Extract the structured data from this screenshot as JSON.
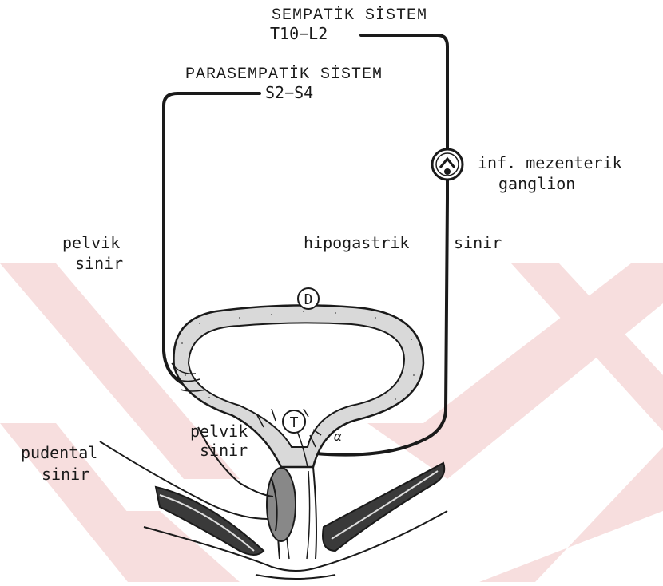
{
  "diagram": {
    "sympathetic_title": "SEMPATİK SİSTEM",
    "sympathetic_segment": "T10−L2",
    "parasympathetic_title": "PARASEMPATİK SİSTEM",
    "parasympathetic_segment": "S2−S4",
    "ganglion_label_line1": "inf. mezenterik",
    "ganglion_label_line2": "ganglion",
    "pelvic_nerve_line1": "pelvik",
    "pelvic_nerve_line2": "sinir",
    "hypogastric_nerve_a": "hipogastrik",
    "hypogastric_nerve_b": "sinir",
    "detrusor_marker": "D",
    "trigone_marker": "T",
    "alpha_marker": "α",
    "pelvic_nerve_inner_line1": "pelvik",
    "pelvic_nerve_inner_line2": "sinir",
    "pudendal_nerve_line1": "pudental",
    "pudendal_nerve_line2": "sinir"
  },
  "colors": {
    "ink": "#1a1a1a",
    "watermark": "#f6dcdc",
    "wall_fill": "#dcdcdc"
  }
}
